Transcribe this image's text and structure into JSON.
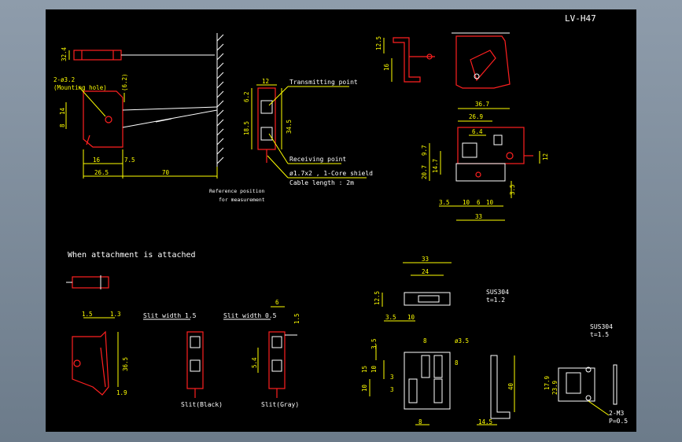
{
  "title": "LV-H47",
  "side_view": {
    "dim_32_4": "32.4",
    "mounting_hole": "2-ø3.2",
    "mounting_hole_note": "(Mounting hole)",
    "dim_6_2_paren": "(6.2)",
    "dim_14": "14",
    "dim_8": "8",
    "dim_16": "16",
    "dim_7_5": "7.5",
    "dim_26_5": "26.5",
    "dim_70": "70",
    "reference_line1": "Reference position",
    "reference_line2": "for measurement"
  },
  "front_view": {
    "dim_12": "12",
    "dim_6_2": "6.2",
    "dim_18_5": "18.5",
    "dim_34_5": "34.5",
    "transmitting_point": "Transmitting point",
    "receiving_point": "Receiving point",
    "cable_spec": "ø1.7x2 , 1-Core shield",
    "cable_length": "Cable length : 2m"
  },
  "top_right": {
    "dim_12_5": "12.5",
    "dim_16": "16",
    "dim_36_7": "36.7",
    "dim_26_9": "26.9",
    "dim_6_4": "6.4",
    "dim_9_7": "9.7",
    "dim_20_7": "20.7",
    "dim_14_7": "14.7",
    "dim_12": "12",
    "dim_3_5a": "3.5",
    "dim_3_5b": "3.5",
    "dim_10a": "10",
    "dim_6": "6",
    "dim_10b": "10",
    "dim_33": "33"
  },
  "attachment": {
    "heading": "When attachment is attached",
    "dim_1_5": "1.5",
    "dim_1_3": "1.3",
    "dim_36_5": "36.5",
    "dim_1_9": "1.9",
    "slit_black_width": "Slit width 1.5",
    "slit_gray_width": "Slit width 0.5",
    "dim_6": "6",
    "dim_1_5b": "1.5",
    "dim_5_4": "5.4",
    "slit_black": "Slit(Black)",
    "slit_gray": "Slit(Gray)"
  },
  "bracket": {
    "dim_33": "33",
    "dim_24": "24",
    "dim_12_5": "12.5",
    "dim_3_5": "3.5",
    "dim_10": "10",
    "material1": "SUS304",
    "thickness1": "t=1.2",
    "dim_3_5b": "3.5",
    "dim_8": "8",
    "hole_dia": "ø3.5",
    "dim_15": "15",
    "dim_10b": "10",
    "dim_3": "3",
    "dim_8b": "8",
    "dim_10c": "10",
    "dim_3b": "3",
    "dim_40": "40",
    "dim_8c": "8",
    "dim_14_5": "14.5",
    "material2": "SUS304",
    "thickness2": "t=1.5",
    "dim_17_9": "17.9",
    "dim_23_9": "23.9",
    "thread": "2-M3",
    "pitch": "P=0.5"
  }
}
